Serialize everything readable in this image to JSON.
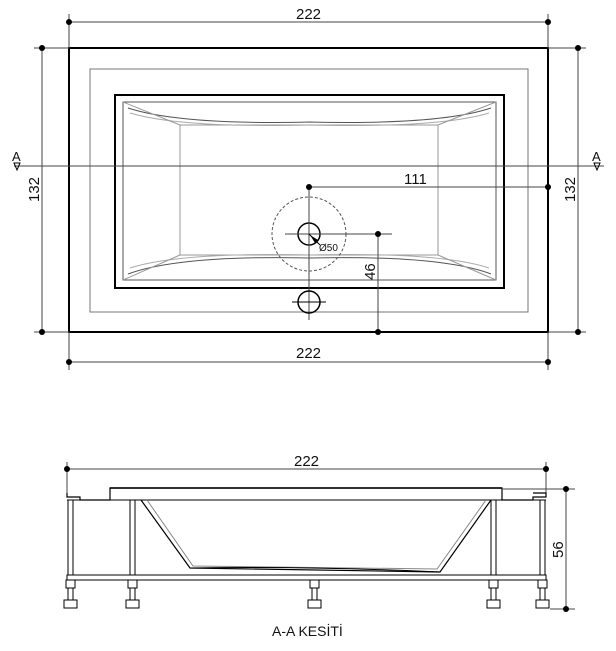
{
  "plan_view": {
    "top_width_label": "222",
    "bottom_width_label": "222",
    "left_height_label": "132",
    "right_height_label": "132",
    "center_offset_label": "111",
    "drain_offset_label": "46",
    "drain_diameter_label": "Ø50",
    "section_mark_left": "A",
    "section_mark_right": "A"
  },
  "section_view": {
    "width_label": "222",
    "height_label": "56",
    "caption": "A-A KESİTİ"
  }
}
